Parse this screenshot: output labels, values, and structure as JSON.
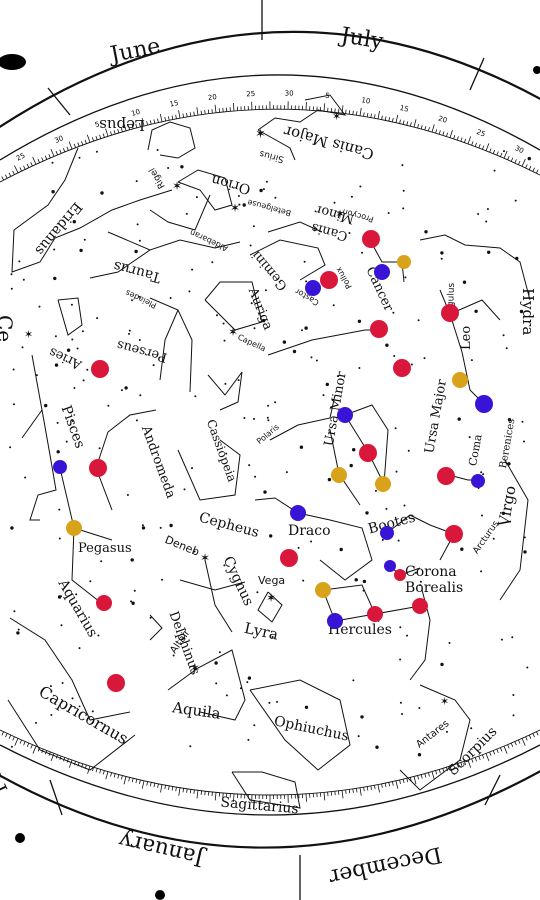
{
  "planisphere": {
    "months": {
      "top_left": "June",
      "top_right": "July",
      "bottom_left": "January",
      "bottom_right": "December",
      "left_top_partial": "Ce",
      "left_bottom_partial": "Fe"
    },
    "scale_numbers_top": [
      "25",
      "30",
      "5",
      "10",
      "15",
      "20",
      "25",
      "30",
      "5",
      "10",
      "15",
      "20",
      "25",
      "30"
    ],
    "constellations": {
      "lepus": "Lepus",
      "canis_major": "Canis Major",
      "orion": "Orion",
      "canis_minor_a": "Canis",
      "canis_minor_b": "Minor",
      "eridanus": "Eridanus",
      "taurus": "Taurus",
      "gemini": "Gemini",
      "cancer": "Cancer",
      "hydra": "Hydra",
      "auriga": "Auriga",
      "perseus": "Perseus",
      "aries": "Aries",
      "leo": "Leo",
      "pisces": "Pisces",
      "andromeda": "Andromeda",
      "ursa_minor": "Ursa Minor",
      "ursa_major": "Ursa Major",
      "cassiopeia": "Cassiopeia",
      "coma_a": "Coma",
      "coma_b": "Berenices",
      "cepheus": "Cepheus",
      "draco": "Draco",
      "bootes": "Bootes",
      "pegasus": "Pegasus",
      "corona_a": "Corona",
      "corona_b": "Borealis",
      "virgo": "Virgo",
      "cygnus": "Cygnus",
      "lyra": "Lyra",
      "hercules": "Hercules",
      "aquarius": "Aquarius",
      "delphinus": "Delphinus",
      "aquila": "Aquila",
      "capricornus": "Capricornus",
      "ophiuchus": "Ophiuchus",
      "scorpius": "Scorpius",
      "sagittarius": "Sagittarius"
    },
    "stars": {
      "sirius": "Sirius",
      "rigel": "Rigel",
      "betelgeuse": "Betelgeuse",
      "procyon": "Procyon",
      "aldebaran": "Aldebaran",
      "pleiades": "Pleiades",
      "castor": "Castor",
      "pollux": "Pollux",
      "capella": "Capella",
      "regulus": "Regulus",
      "polaris": "Polaris",
      "arcturus": "Arcturus",
      "deneb": "Deneb",
      "vega": "Vega",
      "altair": "Altair",
      "antares": "Antares"
    },
    "colors": {
      "red": "#d8173a",
      "blue": "#3a14d6",
      "gold": "#d9a21b"
    }
  }
}
